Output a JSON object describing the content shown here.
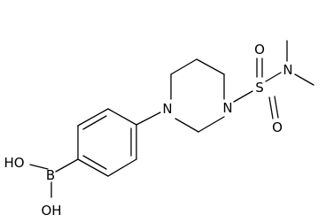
{
  "molecule": {
    "atoms": {
      "ho_top": "HO",
      "boron": "B",
      "ho_bottom": "OH",
      "n_aryl": "N",
      "n_sulfonyl": "N",
      "sulfur": "S",
      "o_top": "O",
      "o_bottom": "O",
      "n_dimethyl": "N"
    },
    "colors": {
      "ink": "#000000",
      "background": "#ffffff"
    }
  }
}
